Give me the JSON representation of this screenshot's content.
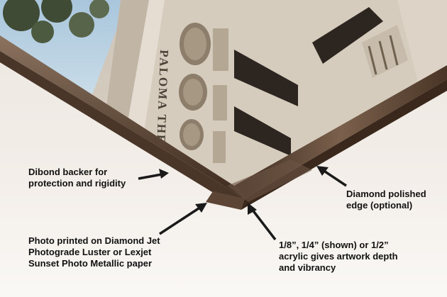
{
  "photo": {
    "facade_lettering": "PALOMA THEATRE"
  },
  "annotations": [
    {
      "id": "dibond",
      "text": "Dibond backer for\nprotection and rigidity"
    },
    {
      "id": "photo-paper",
      "text": "Photo printed on Diamond Jet\nPhotograde Luster or Lexjet\nSunset Photo Metallic paper"
    },
    {
      "id": "polished-edge",
      "text": "Diamond polished\nedge (optional)"
    },
    {
      "id": "acrylic",
      "text": "1/8”, 1/4” (shown) or 1/2”\nacrylic gives artwork depth\nand vibrancy"
    }
  ],
  "colors": {
    "background": "#f6f2ee",
    "frame_edge": "#5a4331",
    "arrow": "#1a1a1a",
    "text": "#111111"
  }
}
